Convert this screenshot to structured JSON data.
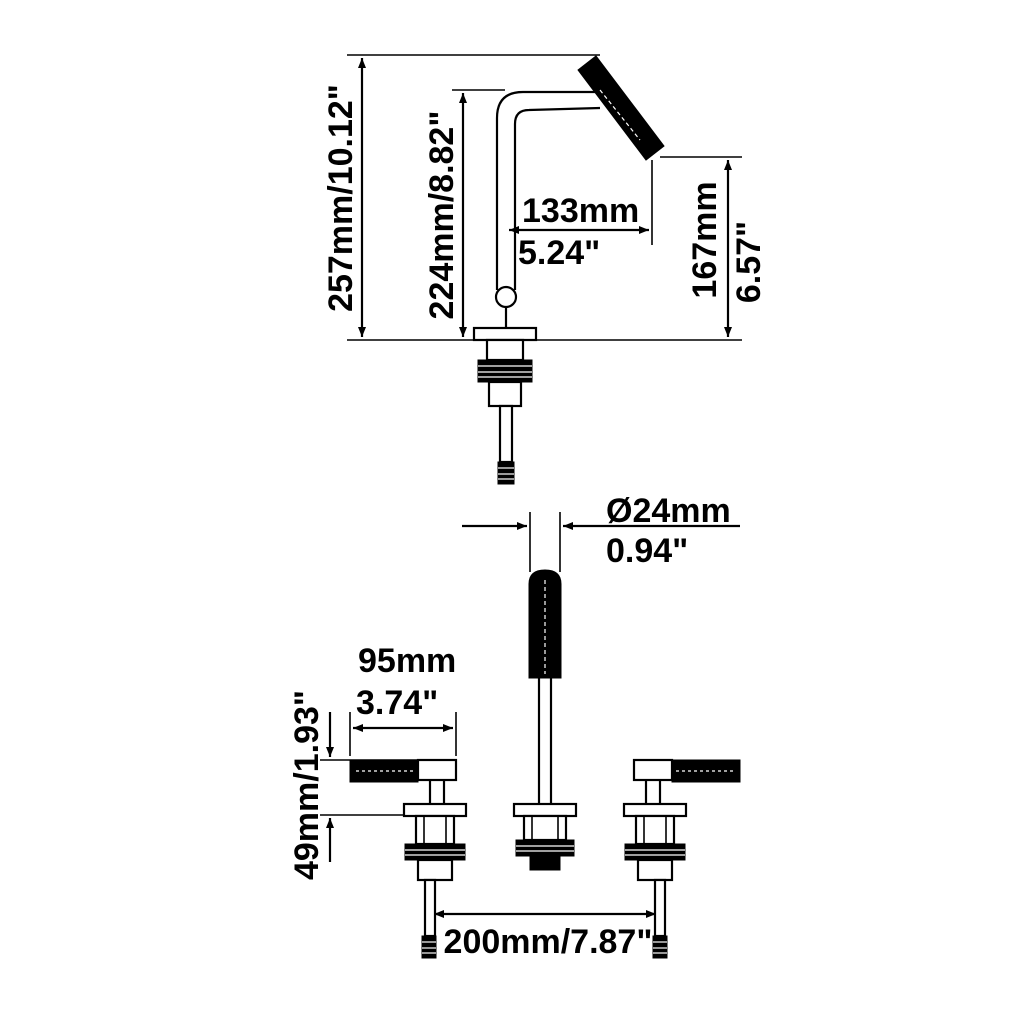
{
  "dimensions": {
    "overall_height": "257mm/10.12\"",
    "spout_height": "224mm/8.82\"",
    "reach_mm": "133mm",
    "reach_in": "5.24\"",
    "outlet_height_mm": "167mm",
    "outlet_height_in": "6.57\"",
    "spout_diameter_mm": "Ø24mm",
    "spout_diameter_in": "0.94\"",
    "handle_length_mm": "95mm",
    "handle_length_in": "3.74\"",
    "handle_height": "49mm/1.93\"",
    "spread": "200mm/7.87\""
  },
  "colors": {
    "line": "#000000",
    "background": "#ffffff"
  }
}
